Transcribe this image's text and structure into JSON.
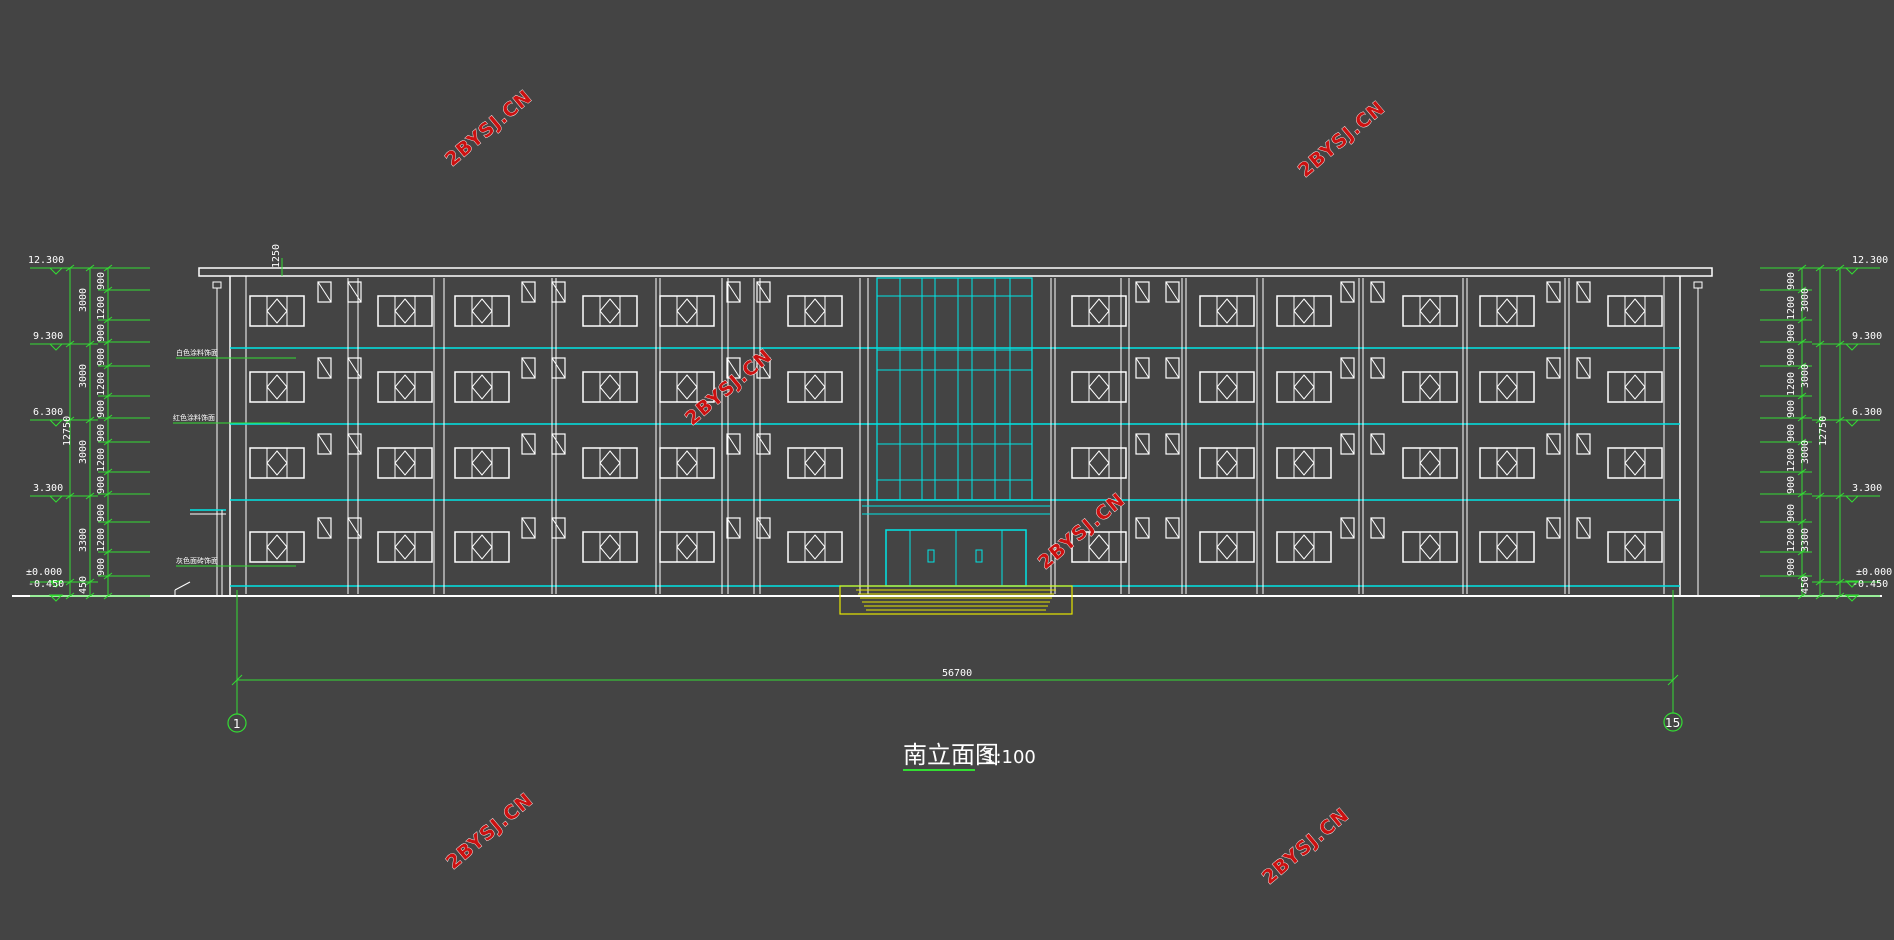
{
  "title": "南立面图",
  "scale": "1:100",
  "watermark": "2BYSJ.CN",
  "overall_dimension": "56700",
  "axis_start": "1",
  "axis_end": "15",
  "parapet_dim": "1250",
  "total_height": "12750",
  "elevations": {
    "roof": "12.300",
    "floor4": "9.300",
    "floor3": "6.300",
    "floor2": "3.300",
    "ground": "±0.000",
    "outdoor": "-0.450"
  },
  "storey_dims": [
    "3000",
    "3000",
    "3000",
    "3300"
  ],
  "opening_dims": [
    "900",
    "1200",
    "900",
    "900",
    "1200",
    "900",
    "900",
    "1200",
    "900",
    "900",
    "1200",
    "900"
  ],
  "plinth_dim": "450",
  "notes": [
    "白色涂料饰面",
    "红色涂料饰面",
    "灰色面砖饰面"
  ],
  "colors": {
    "background": "#444444",
    "lines": "#ffffff",
    "accent": "#00e5e5",
    "dimensions": "#33dd33",
    "steps": "#e6e600",
    "watermark": "#cc1111"
  }
}
